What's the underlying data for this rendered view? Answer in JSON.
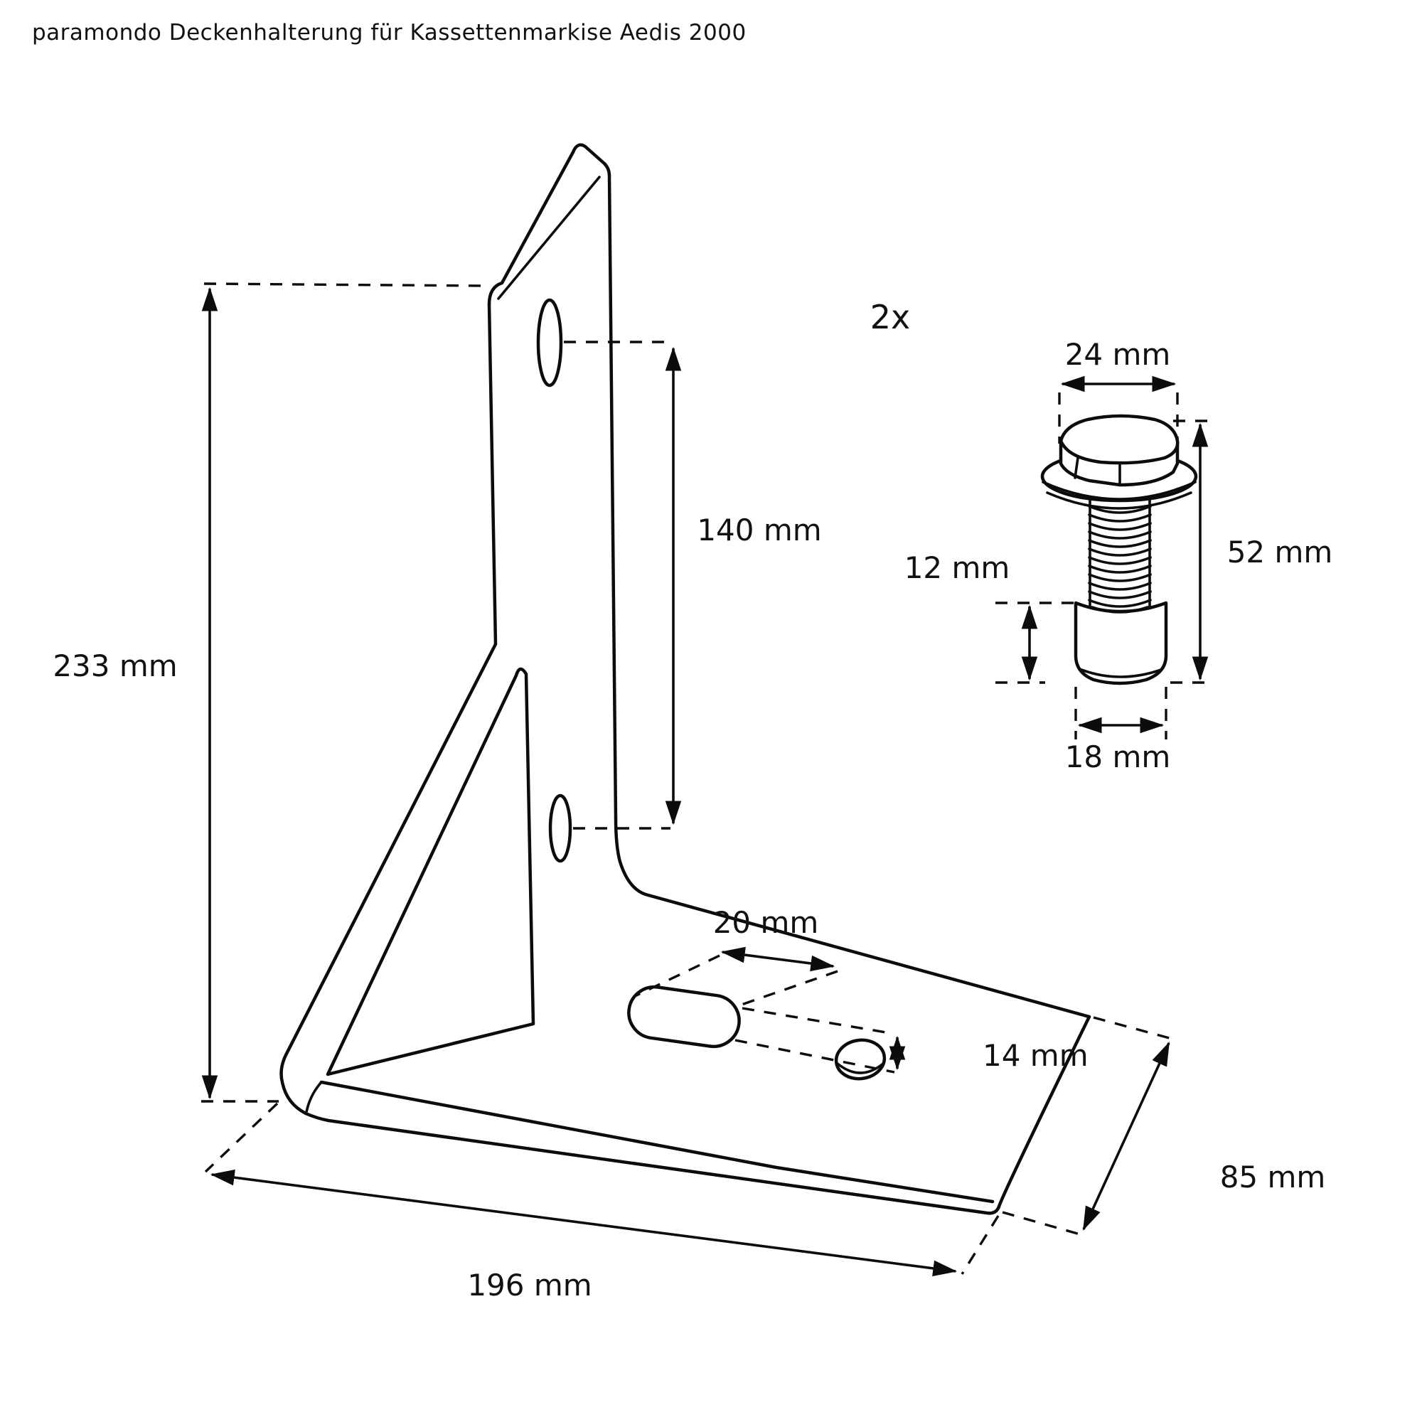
{
  "title": "paramondo Deckenhalterung für Kassettenmarkise Aedis 2000",
  "labels": {
    "bracket": {
      "height": "233 mm",
      "hole_spacing": "140 mm",
      "slot_length": "20 mm",
      "slot_width": "14 mm",
      "base_length": "196 mm",
      "base_depth": "85 mm"
    },
    "bolt": {
      "quantity": "2x",
      "head_width": "24 mm",
      "total_length": "52 mm",
      "nut_height": "12 mm",
      "nut_width": "18 mm"
    }
  },
  "colors": {
    "line": "#0c0c0c",
    "background": "#ffffff"
  }
}
